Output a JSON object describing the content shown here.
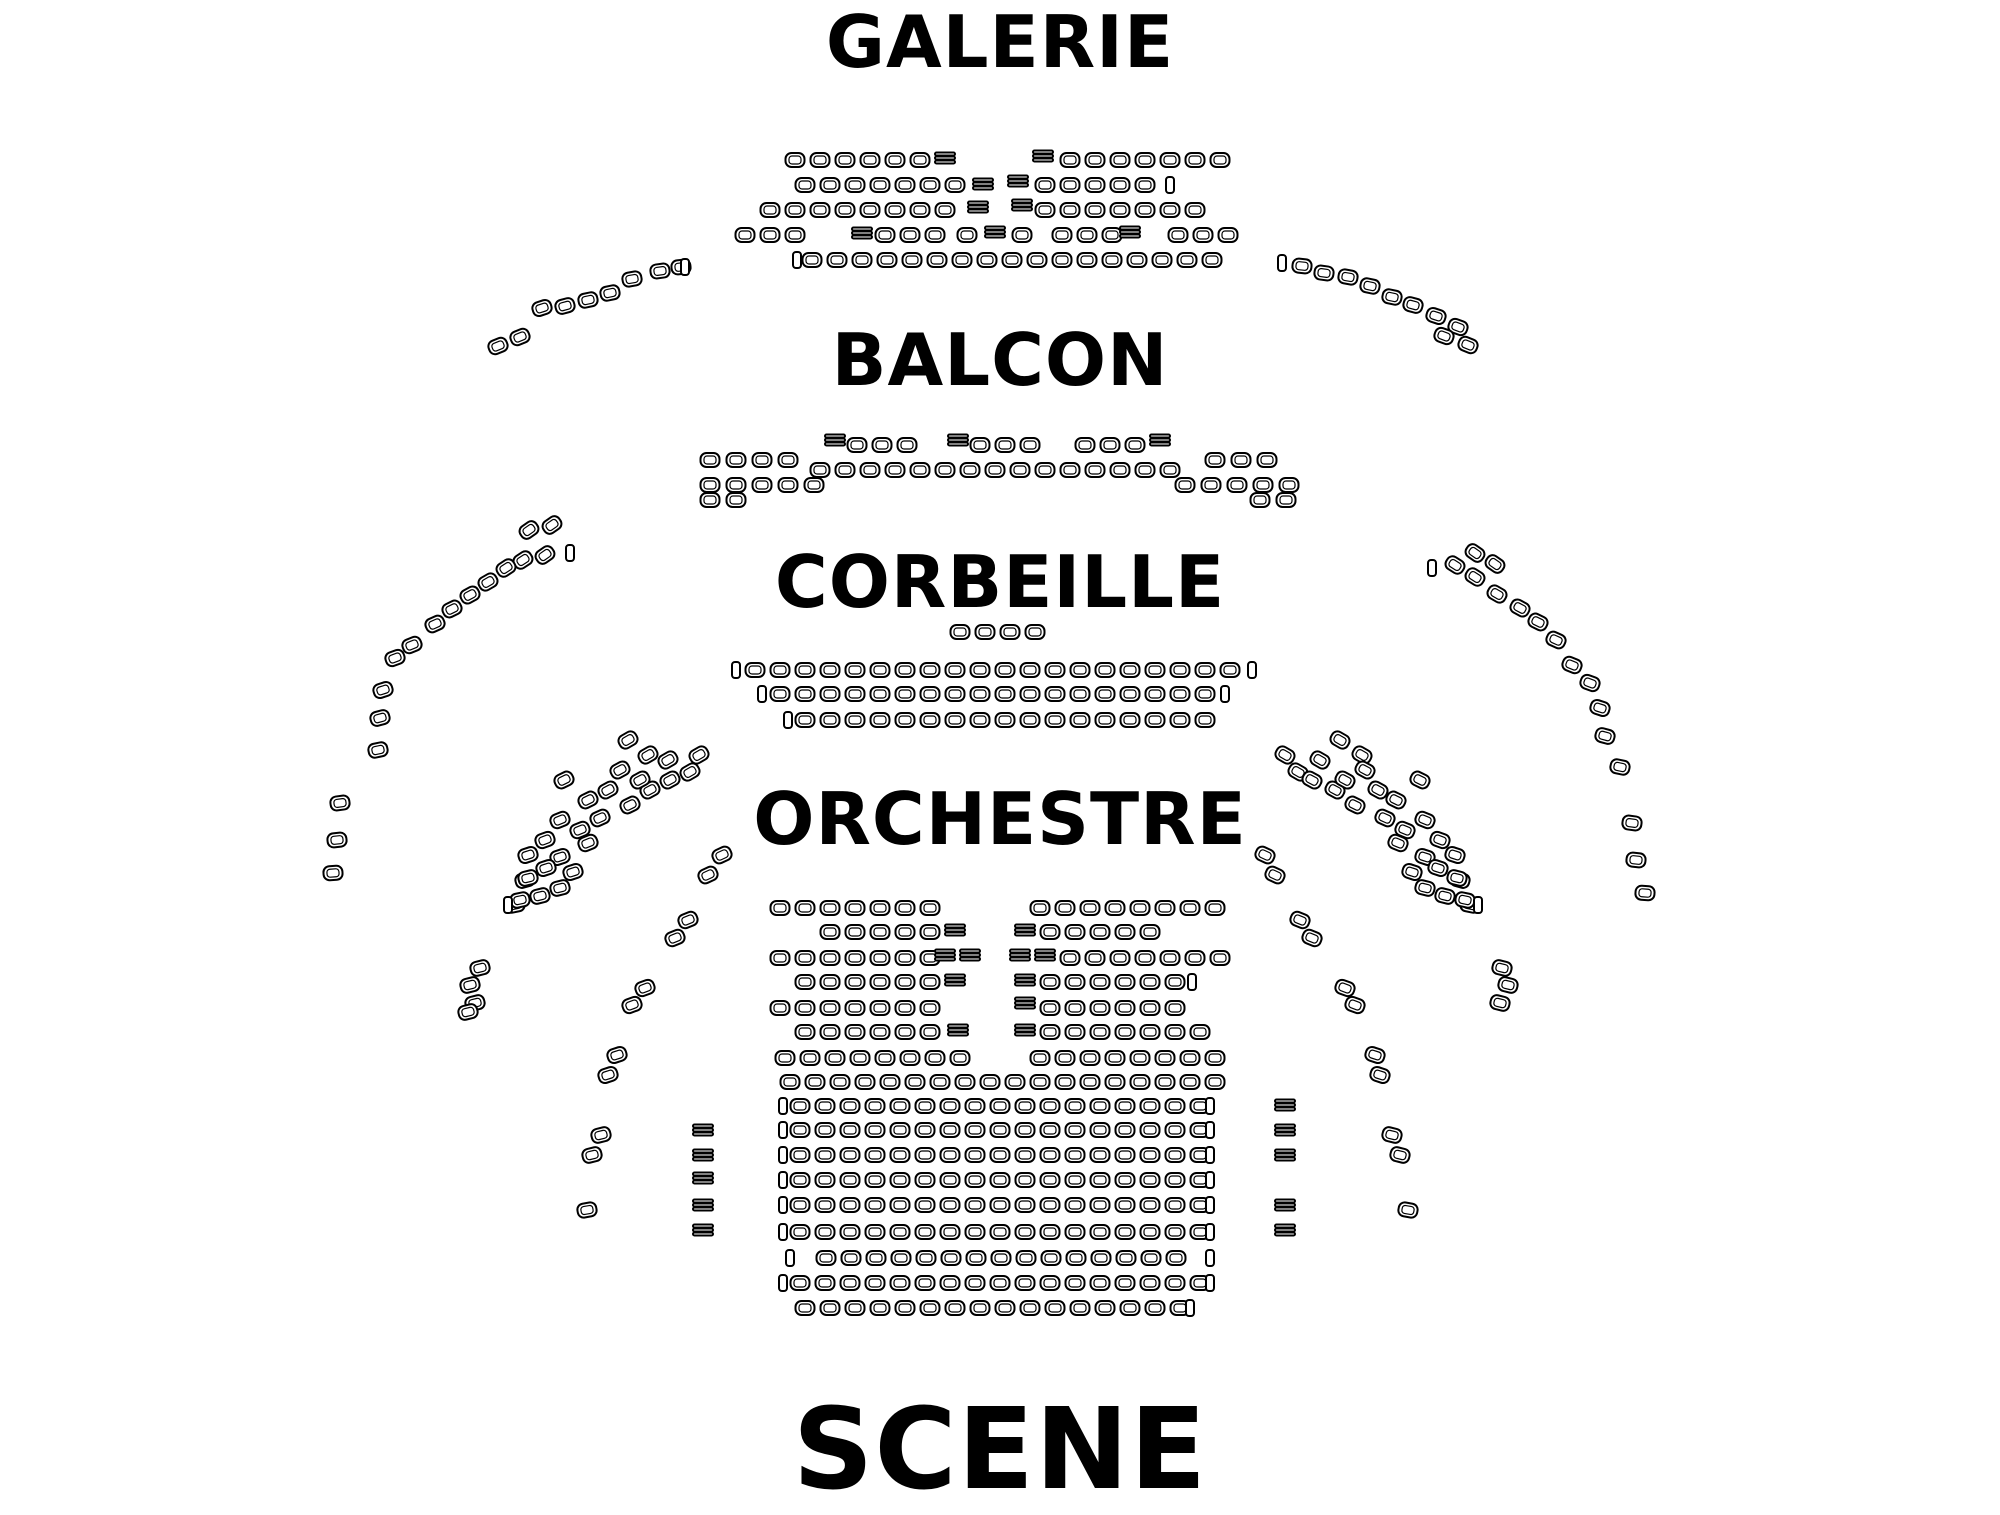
{
  "sections": {
    "galerie": "GALERIE",
    "balcon": "BALCON",
    "corbeille": "CORBEILLE",
    "orchestre": "ORCHESTRE",
    "scene": "SCENE"
  },
  "colors": {
    "background": "#ffffff",
    "ink": "#000000"
  }
}
